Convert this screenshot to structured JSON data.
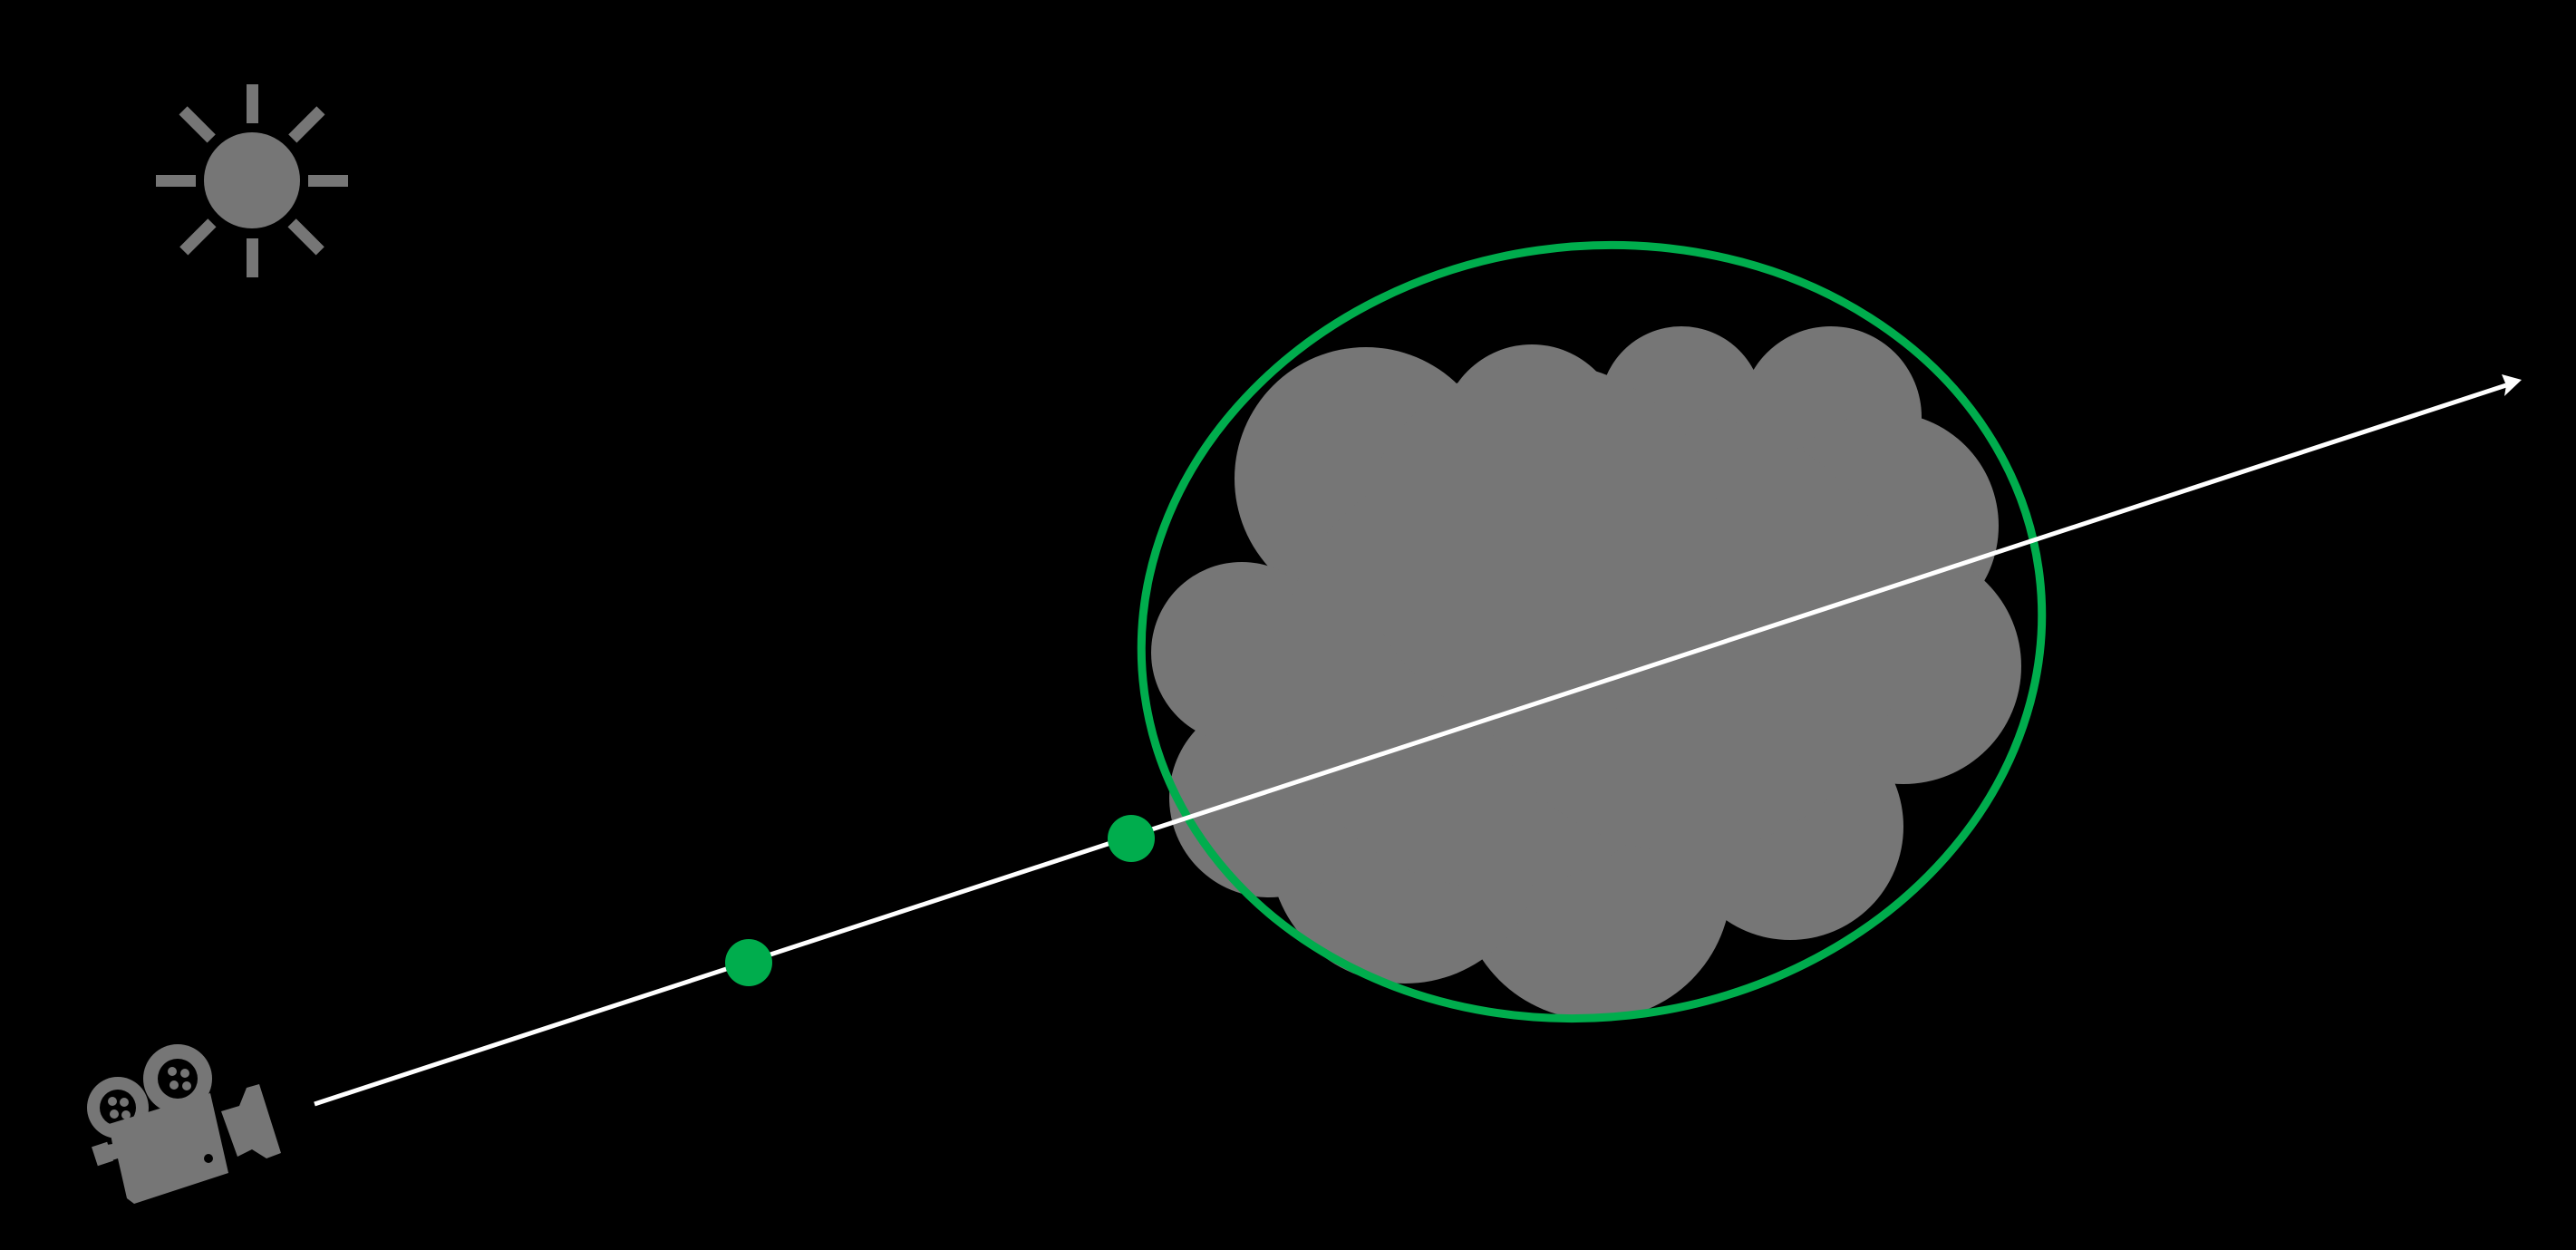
{
  "diagram": {
    "colors": {
      "background": "#000000",
      "object": "#767676",
      "bounding_volume": "#00ad4d",
      "ray": "#ffffff"
    },
    "elements": [
      {
        "id": "light",
        "icon": "sun-icon"
      },
      {
        "id": "camera",
        "icon": "movie-camera-icon"
      },
      {
        "id": "cloud",
        "icon": "cloud-shape"
      },
      {
        "id": "bounds",
        "icon": "bounding-ellipse"
      },
      {
        "id": "ray",
        "icon": "arrow-ray"
      },
      {
        "id": "sample-points",
        "count": 2
      }
    ]
  }
}
